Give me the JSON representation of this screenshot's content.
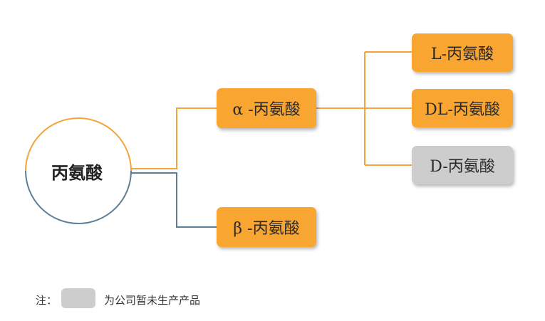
{
  "root": {
    "label": "丙氨酸"
  },
  "level1": [
    {
      "label": "α -丙氨酸"
    },
    {
      "label": "β -丙氨酸"
    }
  ],
  "level2": [
    {
      "label": "L-丙氨酸"
    },
    {
      "label": "DL-丙氨酸"
    },
    {
      "label": "D-丙氨酸"
    }
  ],
  "legend": {
    "prefix": "注：",
    "text": "为公司暂未生产产品"
  },
  "colors": {
    "orange_node": "#F8A532",
    "gray_node": "#CDCDCD",
    "orange_line": "#F3A33A",
    "blue_line": "#5E7E95"
  }
}
